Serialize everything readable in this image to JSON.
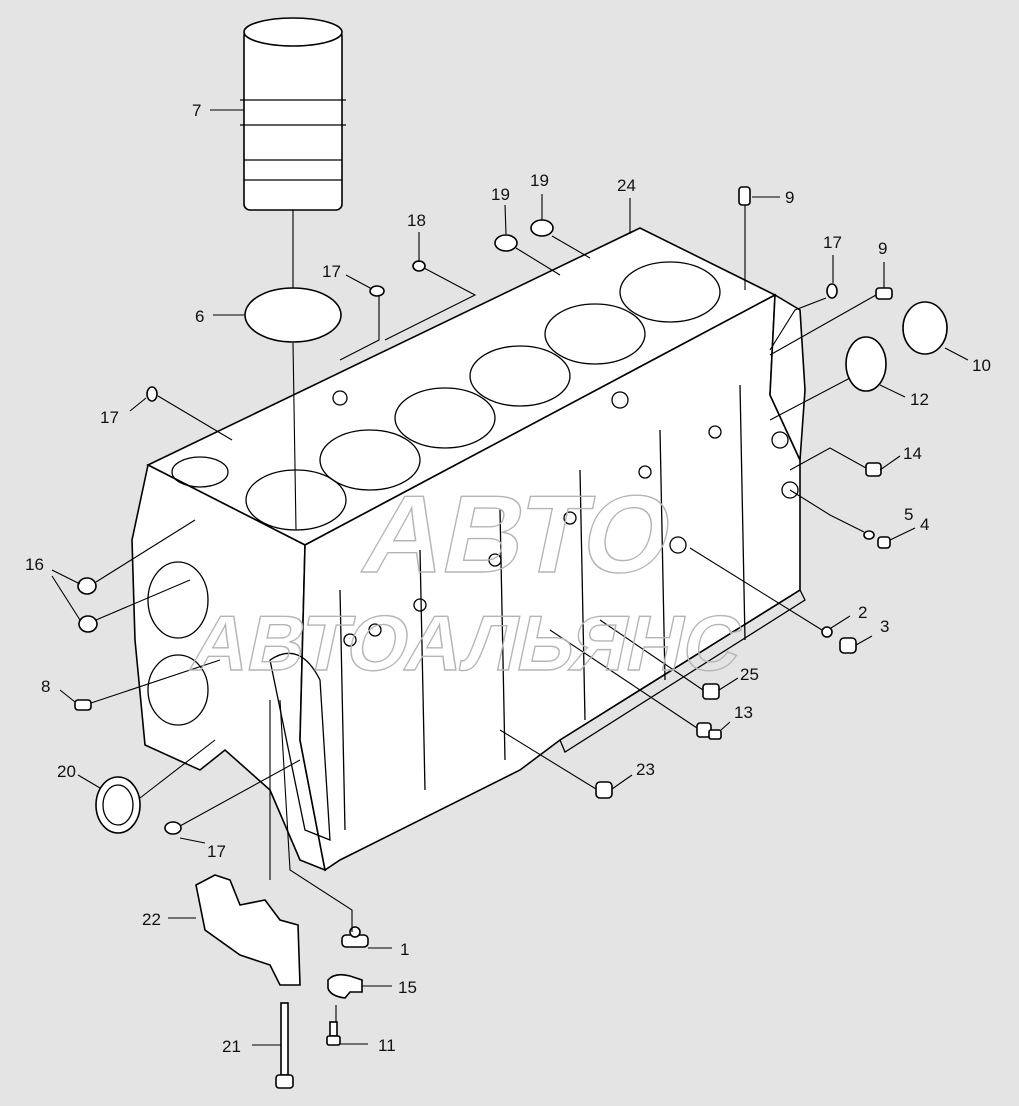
{
  "diagram": {
    "callouts": [
      {
        "id": "c7",
        "label": "7"
      },
      {
        "id": "c6",
        "label": "6"
      },
      {
        "id": "c17a",
        "label": "17"
      },
      {
        "id": "c17b",
        "label": "17"
      },
      {
        "id": "c17c",
        "label": "17"
      },
      {
        "id": "c17d",
        "label": "17"
      },
      {
        "id": "c18",
        "label": "18"
      },
      {
        "id": "c19a",
        "label": "19"
      },
      {
        "id": "c19b",
        "label": "19"
      },
      {
        "id": "c24",
        "label": "24"
      },
      {
        "id": "c9a",
        "label": "9"
      },
      {
        "id": "c9b",
        "label": "9"
      },
      {
        "id": "c10",
        "label": "10"
      },
      {
        "id": "c12",
        "label": "12"
      },
      {
        "id": "c14",
        "label": "14"
      },
      {
        "id": "c5",
        "label": "5"
      },
      {
        "id": "c4",
        "label": "4"
      },
      {
        "id": "c2",
        "label": "2"
      },
      {
        "id": "c3",
        "label": "3"
      },
      {
        "id": "c25",
        "label": "25"
      },
      {
        "id": "c13",
        "label": "13"
      },
      {
        "id": "c23",
        "label": "23"
      },
      {
        "id": "c16",
        "label": "16"
      },
      {
        "id": "c8",
        "label": "8"
      },
      {
        "id": "c20",
        "label": "20"
      },
      {
        "id": "c22",
        "label": "22"
      },
      {
        "id": "c1",
        "label": "1"
      },
      {
        "id": "c15",
        "label": "15"
      },
      {
        "id": "c21",
        "label": "21"
      },
      {
        "id": "c11",
        "label": "11"
      }
    ],
    "watermark": {
      "line1": "АВТО",
      "line2": "АВТОАЛЬЯНС"
    }
  }
}
